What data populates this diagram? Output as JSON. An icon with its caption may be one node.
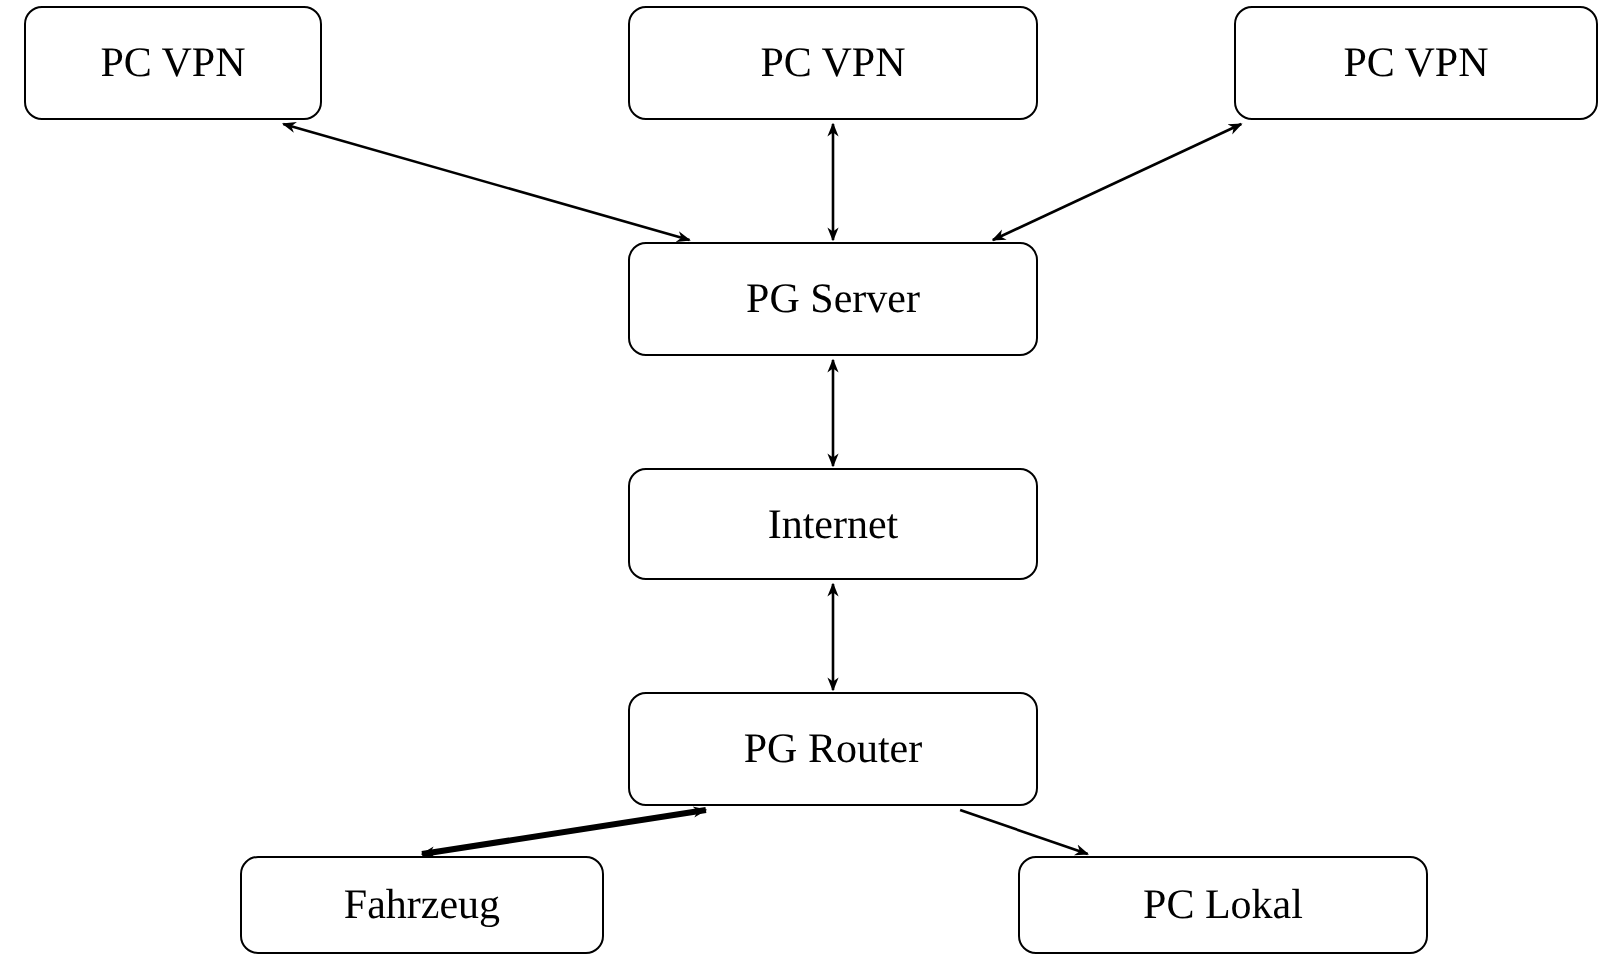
{
  "diagram": {
    "nodes": [
      {
        "text": [
          "PC VPN"
        ]
      },
      {
        "text": [
          "PC VPN"
        ]
      },
      {
        "text": [
          "PC VPN"
        ]
      },
      {
        "text": [
          "PG Server"
        ]
      },
      {
        "text": [
          "Internet"
        ]
      },
      {
        "text": [
          "PG Router"
        ]
      },
      {
        "text": [
          "Fahrzeug"
        ]
      },
      {
        "text": [
          "PC Lokal"
        ]
      }
    ],
    "edges": [
      {
        "from": 0,
        "to": 3,
        "arrow": "both"
      },
      {
        "from": 1,
        "to": 3,
        "arrow": "both"
      },
      {
        "from": 2,
        "to": 3,
        "arrow": "both"
      },
      {
        "from": 3,
        "to": 4,
        "arrow": "both"
      },
      {
        "from": 4,
        "to": 5,
        "arrow": "both"
      },
      {
        "from": 6,
        "to": 5,
        "arrow": "both",
        "style": "thick"
      },
      {
        "from": 5,
        "to": 7,
        "arrow": "to"
      }
    ]
  }
}
